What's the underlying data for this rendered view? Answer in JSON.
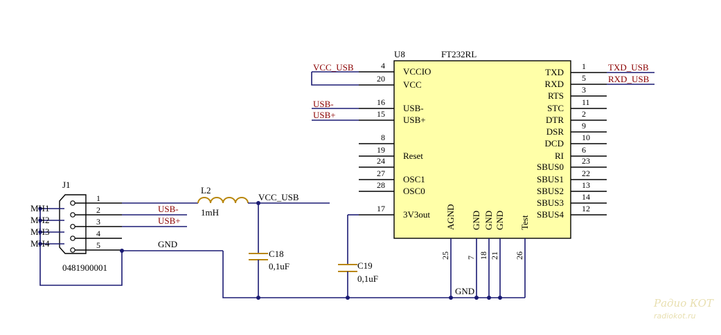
{
  "ic": {
    "ref": "U8",
    "part": "FT232RL",
    "left_pins": [
      {
        "num": "4",
        "name": "VCCIO"
      },
      {
        "num": "20",
        "name": "VCC"
      },
      {
        "num": "16",
        "name": "USB-"
      },
      {
        "num": "15",
        "name": "USB+"
      },
      {
        "num": "8",
        "name": ""
      },
      {
        "num": "19",
        "name": "Reset"
      },
      {
        "num": "24",
        "name": ""
      },
      {
        "num": "27",
        "name": "OSC1"
      },
      {
        "num": "28",
        "name": "OSC0"
      },
      {
        "num": "17",
        "name": "3V3out"
      }
    ],
    "right_pins": [
      {
        "num": "1",
        "name": "TXD"
      },
      {
        "num": "5",
        "name": "RXD"
      },
      {
        "num": "3",
        "name": "RTS"
      },
      {
        "num": "11",
        "name": "STC"
      },
      {
        "num": "2",
        "name": "DTR"
      },
      {
        "num": "9",
        "name": "DSR"
      },
      {
        "num": "10",
        "name": "DCD"
      },
      {
        "num": "6",
        "name": "RI"
      },
      {
        "num": "23",
        "name": "SBUS0"
      },
      {
        "num": "22",
        "name": "SBUS1"
      },
      {
        "num": "13",
        "name": "SBUS2"
      },
      {
        "num": "14",
        "name": "SBUS3"
      },
      {
        "num": "12",
        "name": "SBUS4"
      }
    ],
    "bottom_pins": [
      {
        "num": "25",
        "name": "AGND"
      },
      {
        "num": "7",
        "name": "GND"
      },
      {
        "num": "18",
        "name": "GND"
      },
      {
        "num": "21",
        "name": "GND"
      },
      {
        "num": "26",
        "name": "Test"
      }
    ]
  },
  "nets": {
    "vcc_usb": "VCC_USB",
    "usb_minus": "USB-",
    "usb_plus": "USB+",
    "txd_usb": "TXD_USB",
    "rxd_usb": "RXD_USB",
    "gnd": "GND"
  },
  "connector": {
    "ref": "J1",
    "part": "0481900001",
    "pins": [
      "1",
      "2",
      "3",
      "4",
      "5"
    ],
    "mounts": [
      "MH1",
      "MH2",
      "MH3",
      "MH4"
    ]
  },
  "inductor": {
    "ref": "L2",
    "value": "1mH"
  },
  "c18": {
    "ref": "C18",
    "value": "0,1uF"
  },
  "c19": {
    "ref": "C19",
    "value": "0,1uF"
  },
  "watermark": {
    "line1": "Радио КОТ",
    "line2": "radiokot.ru"
  },
  "colors": {
    "chip_fill": "#ffffa8",
    "wire": "#1a1a73",
    "net_label": "#8b0000",
    "capacitor": "#b8860b"
  }
}
